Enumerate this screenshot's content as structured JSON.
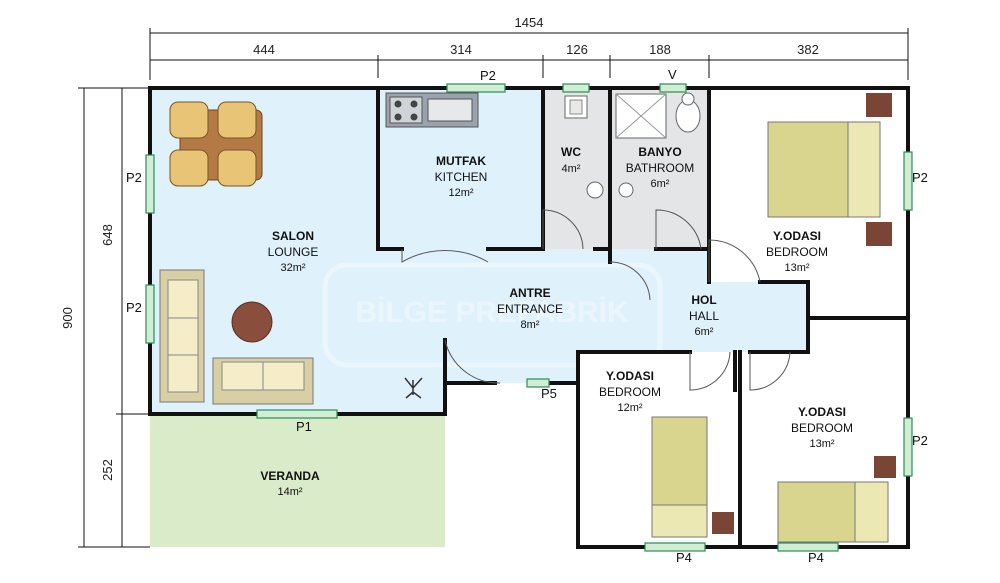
{
  "dimensions": {
    "total_width": "1454",
    "segments": [
      "444",
      "314",
      "126",
      "188",
      "382"
    ],
    "total_height": "900",
    "height_upper": "648",
    "height_lower": "252"
  },
  "rooms": {
    "salon": {
      "name": "SALON",
      "sub": "LOUNGE",
      "area": "32m²"
    },
    "mutfak": {
      "name": "MUTFAK",
      "sub": "KITCHEN",
      "area": "12m²"
    },
    "wc": {
      "name": "WC",
      "area": "4m²"
    },
    "banyo": {
      "name": "BANYO",
      "sub": "BATHROOM",
      "area": "6m²"
    },
    "bedroom1": {
      "name": "Y.ODASI",
      "sub": "BEDROOM",
      "area": "13m²"
    },
    "antre": {
      "name": "ANTRE",
      "sub": "ENTRANCE",
      "area": "8m²"
    },
    "hol": {
      "name": "HOL",
      "sub": "HALL",
      "area": "6m²"
    },
    "bedroom2": {
      "name": "Y.ODASI",
      "sub": "BEDROOM",
      "area": "12m²"
    },
    "bedroom3": {
      "name": "Y.ODASI",
      "sub": "BEDROOM",
      "area": "13m²"
    },
    "veranda": {
      "name": "VERANDA",
      "area": "14m²"
    }
  },
  "openings": {
    "p2_kitchen": "P2",
    "v_bath": "V",
    "p2_bed1": "P2",
    "p2_salon_top": "P2",
    "p2_salon_mid": "P2",
    "p1": "P1",
    "p5": "P5",
    "p2_bed3": "P2",
    "p4_bed2": "P4",
    "p4_bed3": "P4"
  },
  "watermark": "BİLGE PREFABRİK",
  "colors": {
    "blue_room": "#dff1fb",
    "grey_room": "#e4e5e7",
    "veranda": "#d9ebc9",
    "wall": "#111111",
    "window": "#2e8b57"
  }
}
